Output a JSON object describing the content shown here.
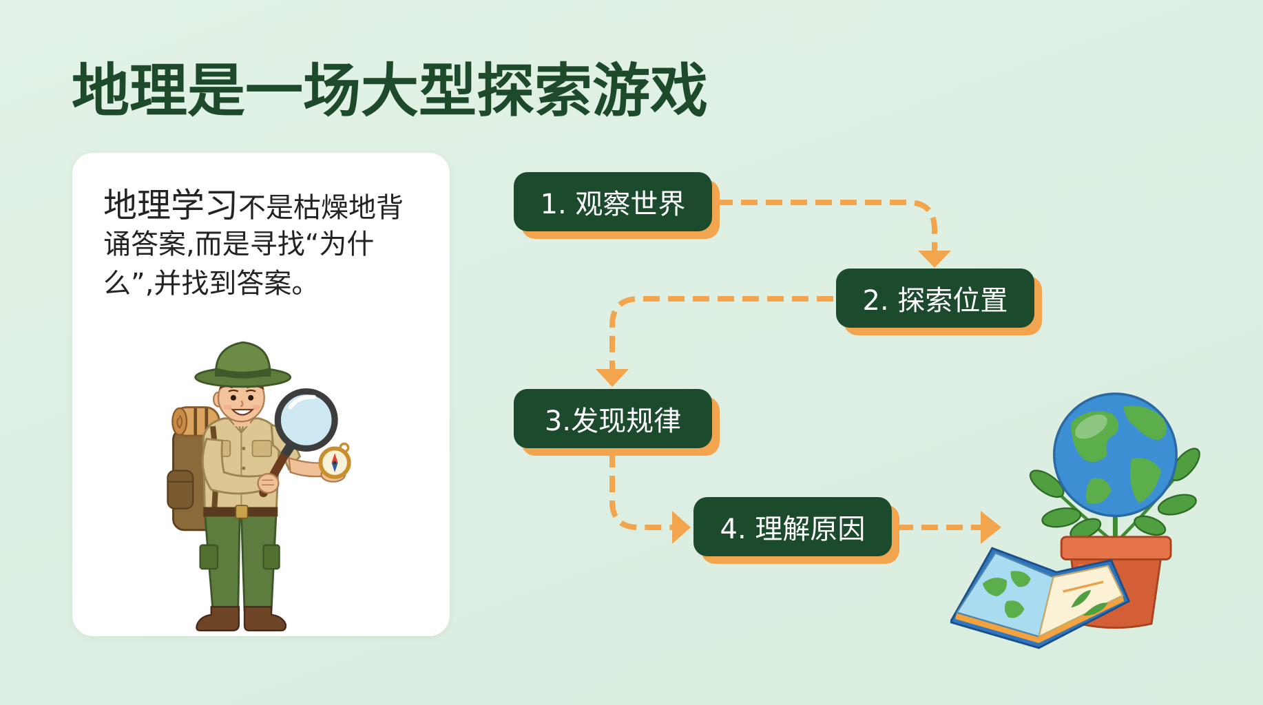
{
  "slide": {
    "title": "地理是一场大型探索游戏"
  },
  "intro_card": {
    "lead": "地理学习",
    "lines": [
      "不是枯燥地背",
      "诵答案,而是寻找“为什",
      "么”,并找到答案。"
    ]
  },
  "flow": {
    "steps": [
      {
        "label": "1. 观察世界"
      },
      {
        "label": "2. 探索位置"
      },
      {
        "label": "3.发现规律"
      },
      {
        "label": "4. 理解原因"
      }
    ]
  },
  "illustrations": {
    "card": "explorer-icon",
    "right": [
      "globe-icon",
      "flower-pot-icon",
      "open-book-icon"
    ]
  },
  "colors": {
    "background": "#dcefe1",
    "title": "#1e4a2c",
    "card": "#ffffff",
    "step_box": "#1c4a2d",
    "step_shadow": "#f2a54e",
    "step_text": "#ffffff",
    "arrow": "#f2a54d"
  }
}
